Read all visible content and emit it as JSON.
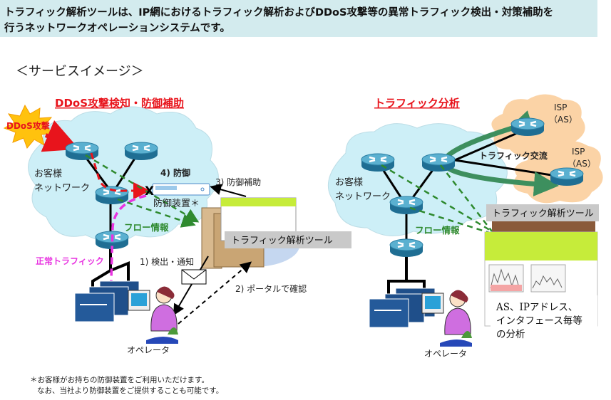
{
  "header": {
    "line1": "トラフィック解析ツールは、IP網におけるトラフィック解析およびDDoS攻撃等の異常トラフィック検出・対策補助を",
    "line2": "行うネットワークオペレーションシステムです。"
  },
  "section_title": "＜サービスイメージ＞",
  "left": {
    "title": "DDoS攻撃検知・防御補助",
    "attack": "DDoS攻撃",
    "network_line1": "お客様",
    "network_line2": "ネットワーク",
    "step4": "4) 防御",
    "step3": "3) 防御補助",
    "device": "防御装置＊",
    "flow": "フロー情報",
    "normal_traffic": "正常トラフィック",
    "step1": "1) 検出・通知",
    "step2": "2) ポータルで確認",
    "tool_label": "トラフィック解析ツール",
    "operator": "オペレータ",
    "block_mark": "X"
  },
  "right": {
    "title": "トラフィック分析",
    "network_line1": "お客様",
    "network_line2": "ネットワーク",
    "isp1_line1": "ISP",
    "isp1_line2": "（AS）",
    "isp2_line1": "ISP",
    "isp2_line2": "（AS）",
    "exchange": "トラフィック交流",
    "tool_label": "トラフィック解析ツール",
    "flow": "フロー情報",
    "analysis_line1": "AS、IPアドレス、",
    "analysis_line2": "インタフェース毎等",
    "analysis_line3": "の分析",
    "operator": "オペレータ"
  },
  "footnote": {
    "line1": "＊お客様がお持ちの防御装置をご利用いただけます。",
    "line2": "なお、当社より防御装置をご提供することも可能です。"
  },
  "colors": {
    "header_bg": "#d3ebee",
    "cloud": "#cdeff7",
    "isp_cloud": "#fbd3a6",
    "attack_red": "#e8141c",
    "flow_green": "#2f8a2f",
    "normal_magenta": "#e834e0",
    "exchange_green": "#3d8f5e",
    "router": "#3c8fb3"
  }
}
